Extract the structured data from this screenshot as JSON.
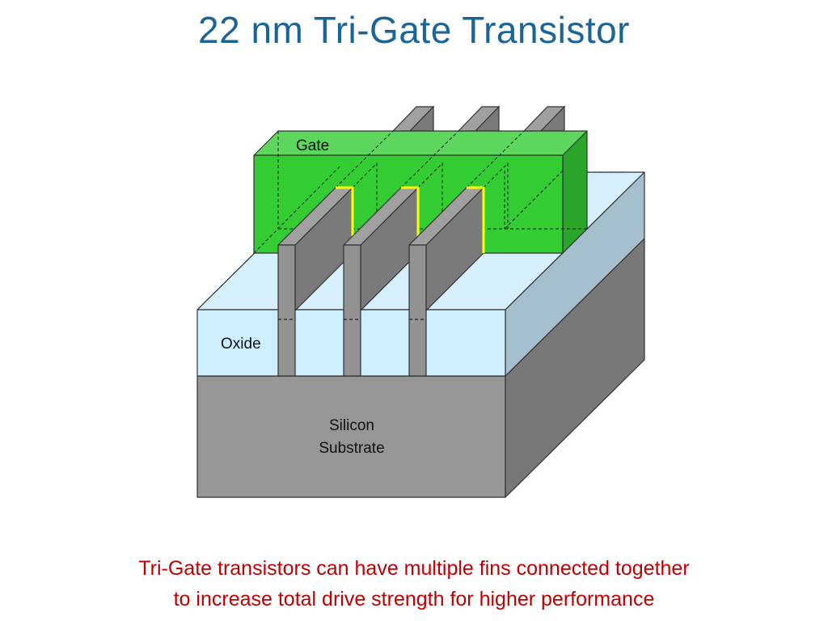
{
  "title": "22 nm Tri-Gate Transistor",
  "diagram": {
    "labels": {
      "gate": "Gate",
      "oxide": "Oxide",
      "silicon_line1": "Silicon",
      "silicon_line2": "Substrate"
    },
    "fin_count": 3,
    "colors": {
      "gate_front": "#33cc33",
      "gate_top": "#5cd65c",
      "gate_side": "#2aa52a",
      "oxide_front": "#cceeff",
      "oxide_top": "#d5effc",
      "oxide_side": "#a6bfcf",
      "silicon_front": "#969696",
      "silicon_side": "#787878",
      "fin_light": "#a0a0a0",
      "fin_dark": "#7a7a7a",
      "channel_highlight": "#ffff00"
    }
  },
  "caption": {
    "line1": "Tri-Gate transistors can have multiple fins connected together",
    "line2": "to increase total drive strength for higher performance"
  }
}
